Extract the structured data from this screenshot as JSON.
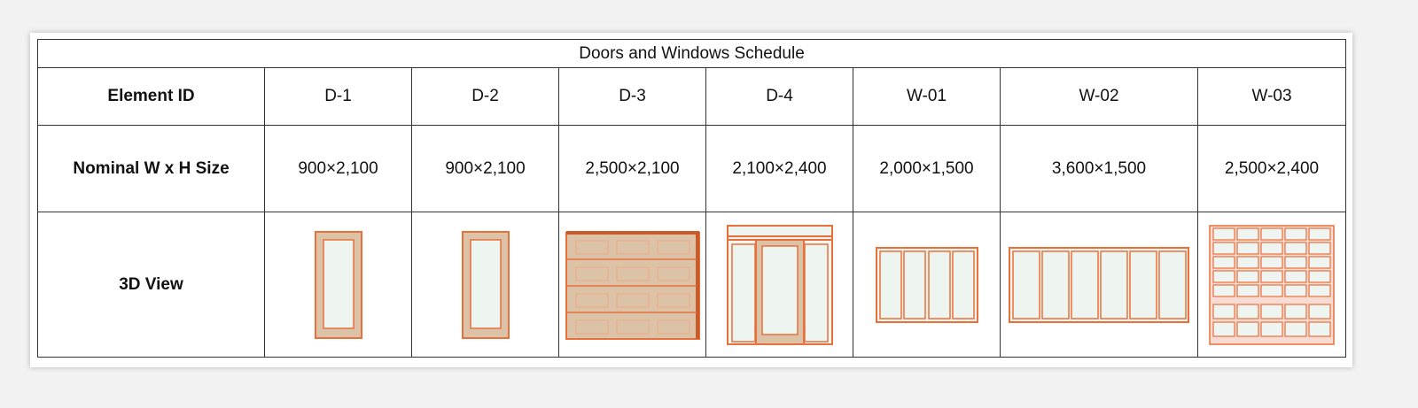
{
  "title": "Doors and Windows Schedule",
  "row_labels": {
    "element_id": "Element ID",
    "size": "Nominal W x H Size",
    "view": "3D View"
  },
  "elements": [
    {
      "id": "D-1",
      "size": "900×2,100",
      "icon": "door-single-icon"
    },
    {
      "id": "D-2",
      "size": "900×2,100",
      "icon": "door-single-icon"
    },
    {
      "id": "D-3",
      "size": "2,500×2,100",
      "icon": "garage-door-icon"
    },
    {
      "id": "D-4",
      "size": "2,100×2,400",
      "icon": "door-with-sidelights-icon"
    },
    {
      "id": "W-01",
      "size": "2,000×1,500",
      "icon": "window-4-pane-icon"
    },
    {
      "id": "W-02",
      "size": "3,600×1,500",
      "icon": "window-6-pane-icon"
    },
    {
      "id": "W-03",
      "size": "2,500×2,400",
      "icon": "window-grid-icon"
    }
  ],
  "colors": {
    "frame": "#e8703a",
    "door_panel": "#dcc3a8",
    "glass": "#eef4f0",
    "border": "#333333"
  }
}
